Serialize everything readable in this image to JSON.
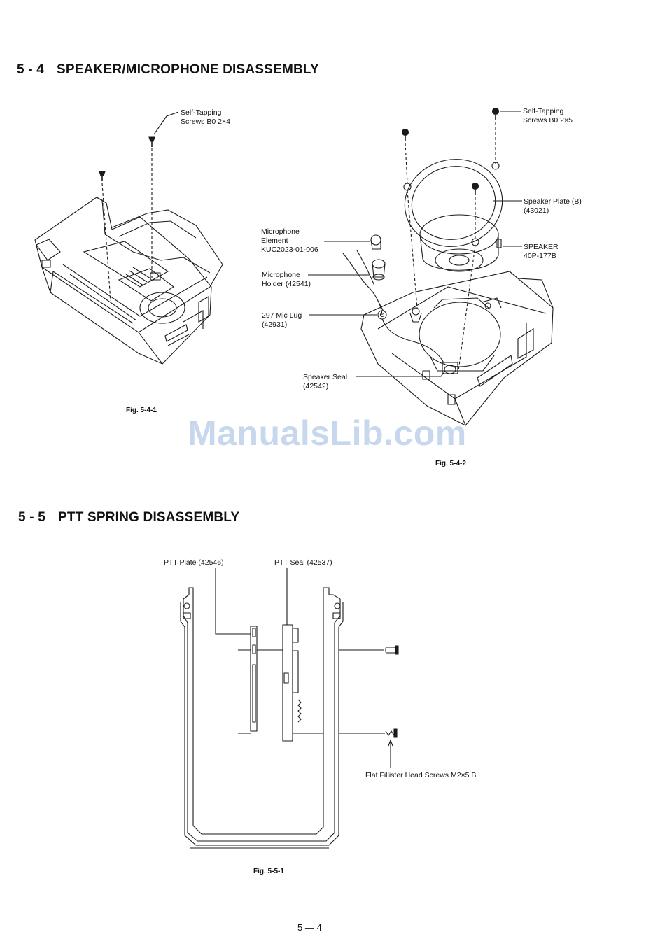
{
  "section_5_4": {
    "number": "5 - 4",
    "title": "SPEAKER/MICROPHONE DISASSEMBLY",
    "fig1": {
      "caption": "Fig. 5-4-1",
      "screws_label": [
        "Self-Tapping",
        "Screws B0 2×4"
      ]
    },
    "fig2": {
      "caption": "Fig. 5-4-2",
      "screws_label": [
        "Self-Tapping",
        "Screws B0 2×5"
      ],
      "speaker_plate_label": [
        "Speaker Plate (B)",
        "(43021)"
      ],
      "speaker_label": [
        "SPEAKER",
        "40P-177B"
      ],
      "microphone_element_label": [
        "Microphone",
        "Element",
        "KUC2023-01-006"
      ],
      "microphone_holder_label": [
        "Microphone",
        "Holder (42541)"
      ],
      "mic_lug_label": [
        "297 Mic Lug",
        "(42931)"
      ],
      "speaker_seal_label": [
        "Speaker Seal",
        "(42542)"
      ]
    }
  },
  "watermark": "ManualsLib.com",
  "section_5_5": {
    "number": "5 - 5",
    "title": "PTT SPRING DISASSEMBLY",
    "fig": {
      "caption": "Fig. 5-5-1",
      "ptt_plate_label": "PTT Plate (42546)",
      "ptt_seal_label": "PTT Seal (42537)",
      "screws_label": "Flat Fillister Head Screws M2×5 B"
    }
  },
  "page_number": "5 — 4"
}
